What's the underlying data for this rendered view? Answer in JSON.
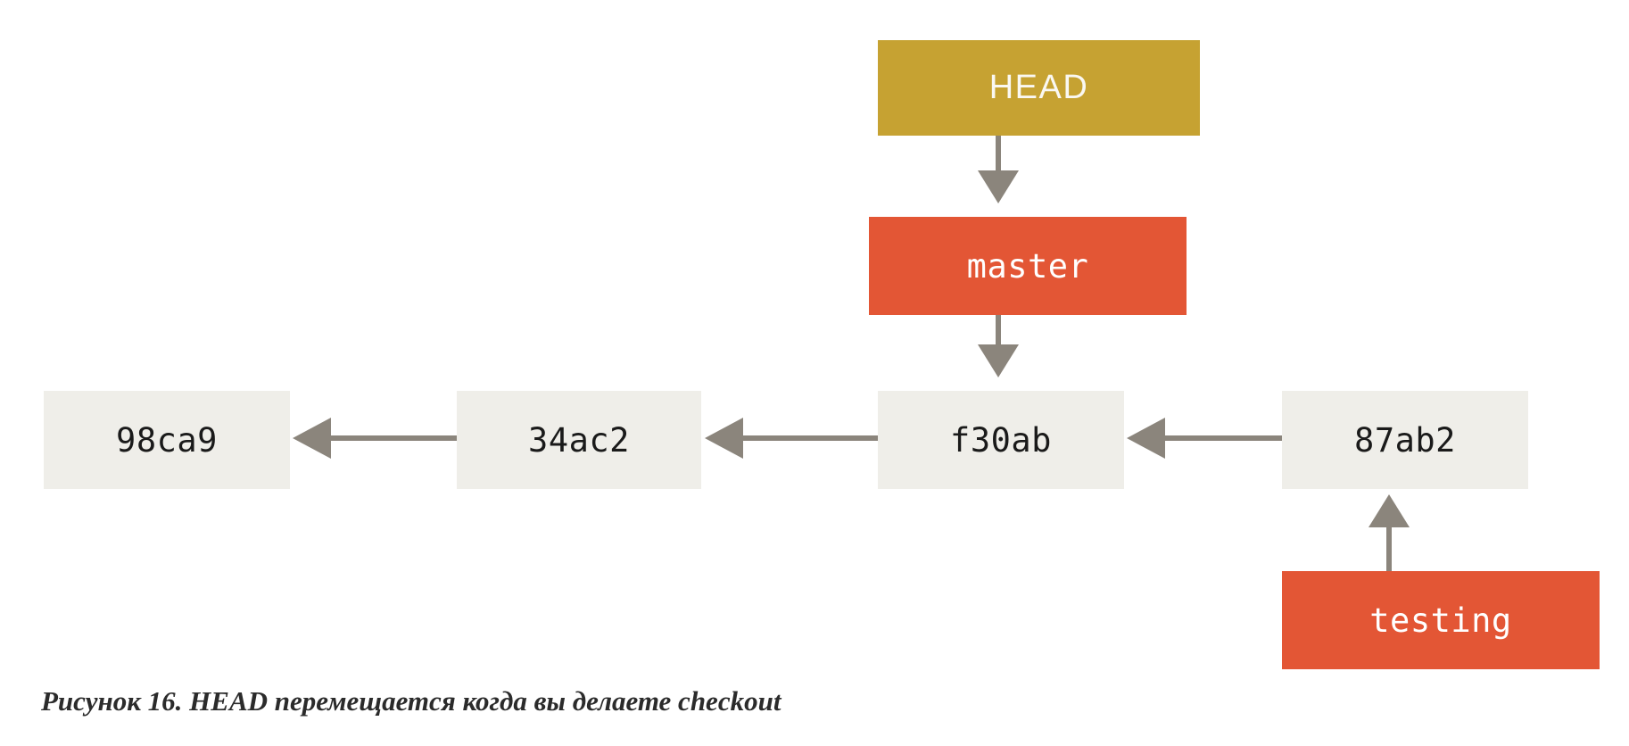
{
  "figure": {
    "caption": "Рисунок 16. HEAD перемещается когда вы делаете checkout",
    "background_color": "#ffffff"
  },
  "colors": {
    "commit_fill": "#EFEEE9",
    "commit_text": "#1a1a1a",
    "branch_fill": "#E35635",
    "branch_text": "#ffffff",
    "head_fill": "#C6A232",
    "head_text": "#FAF8F2",
    "arrow": "#8B857C"
  },
  "nodes": {
    "head": {
      "label": "HEAD",
      "kind": "head-pointer"
    },
    "master": {
      "label": "master",
      "kind": "branch-pointer"
    },
    "testing": {
      "label": "testing",
      "kind": "branch-pointer"
    },
    "commits": [
      {
        "label": "98ca9"
      },
      {
        "label": "34ac2"
      },
      {
        "label": "f30ab"
      },
      {
        "label": "87ab2"
      }
    ]
  },
  "edges": [
    {
      "from": "HEAD",
      "to": "master",
      "direction": "down"
    },
    {
      "from": "master",
      "to": "f30ab",
      "direction": "down"
    },
    {
      "from": "34ac2",
      "to": "98ca9",
      "direction": "left"
    },
    {
      "from": "f30ab",
      "to": "34ac2",
      "direction": "left"
    },
    {
      "from": "87ab2",
      "to": "f30ab",
      "direction": "left"
    },
    {
      "from": "testing",
      "to": "87ab2",
      "direction": "up"
    }
  ]
}
